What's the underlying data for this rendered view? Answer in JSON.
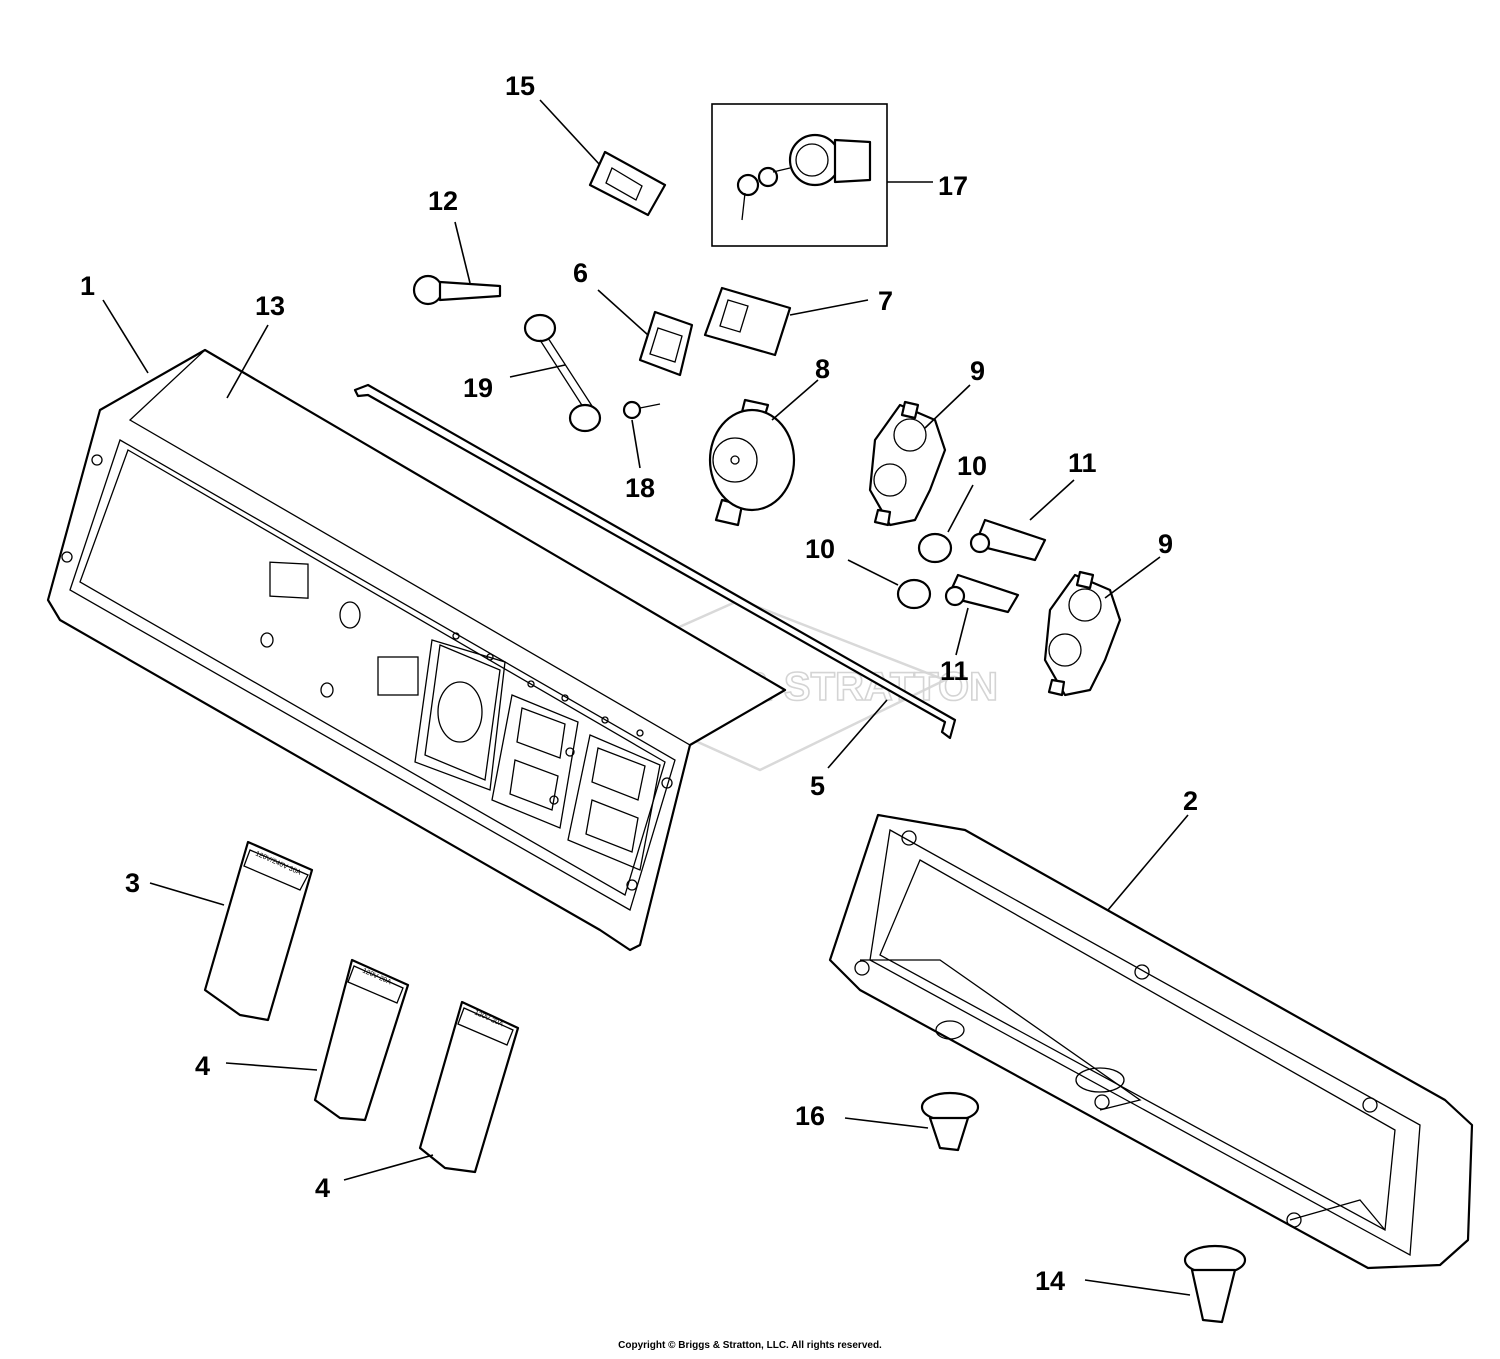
{
  "callouts": {
    "c1": "1",
    "c2": "2",
    "c3": "3",
    "c4a": "4",
    "c4b": "4",
    "c5": "5",
    "c6": "6",
    "c7": "7",
    "c8": "8",
    "c9a": "9",
    "c9b": "9",
    "c10a": "10",
    "c10b": "10",
    "c11a": "11",
    "c11b": "11",
    "c12": "12",
    "c13": "13",
    "c14": "14",
    "c15": "15",
    "c16": "16",
    "c17": "17",
    "c18": "18",
    "c19": "19"
  },
  "labels": {
    "cover_3": "120V/240V 30A",
    "cover_4a": "120V 20A",
    "cover_4b": "120V 20A"
  },
  "watermark": "BRIGGS & STRATTON",
  "copyright": "Copyright © Briggs & Stratton, LLC. All rights reserved."
}
